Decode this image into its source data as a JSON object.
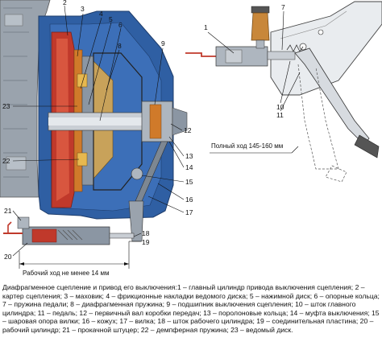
{
  "callouts": [
    "1",
    "2",
    "3",
    "4",
    "5",
    "6",
    "7",
    "8",
    "9",
    "10",
    "11",
    "12",
    "13",
    "14",
    "15",
    "16",
    "17",
    "18",
    "19",
    "20",
    "21",
    "22",
    "23"
  ],
  "dimensions": {
    "full_travel": "Полный ход 145-160 мм",
    "working_travel": "Рабочий ход не менее 14 мм"
  },
  "caption": "Диафрагменное сцепление и привод его выключения:1 – главный цилиндр привода выключения сцепления; 2 – картер сцепления; 3 – маховик; 4 – фрикционные накладки ведомого диска; 5 – нажимной диск; 6 – опорные кольца; 7 – пружина педали; 8 – диафрагменная пружина; 9 – подшипник выключения сцепления; 10 – шток главного цилиндра; 11 – педаль; 12 – первичный вал коробки передач; 13 – поролоновые кольца; 14 – муфта выключения; 15 – шаровая опора вилки; 16 – кожух; 17 – вилка; 18 – шток рабочего цилиндра; 19 – соединительная пластина; 20 – рабочий цилиндр; 21 – прокачной штуцер; 22 – демпферная пружина; 23 – ведомый диск.",
  "colors": {
    "engine_block": "#9aa3ad",
    "clutch_housing": "#2f5fa3",
    "red_parts": "#c0392b",
    "orange_parts": "#d07a2a",
    "reservoir": "#c8873a",
    "steel": "#7d8792"
  }
}
